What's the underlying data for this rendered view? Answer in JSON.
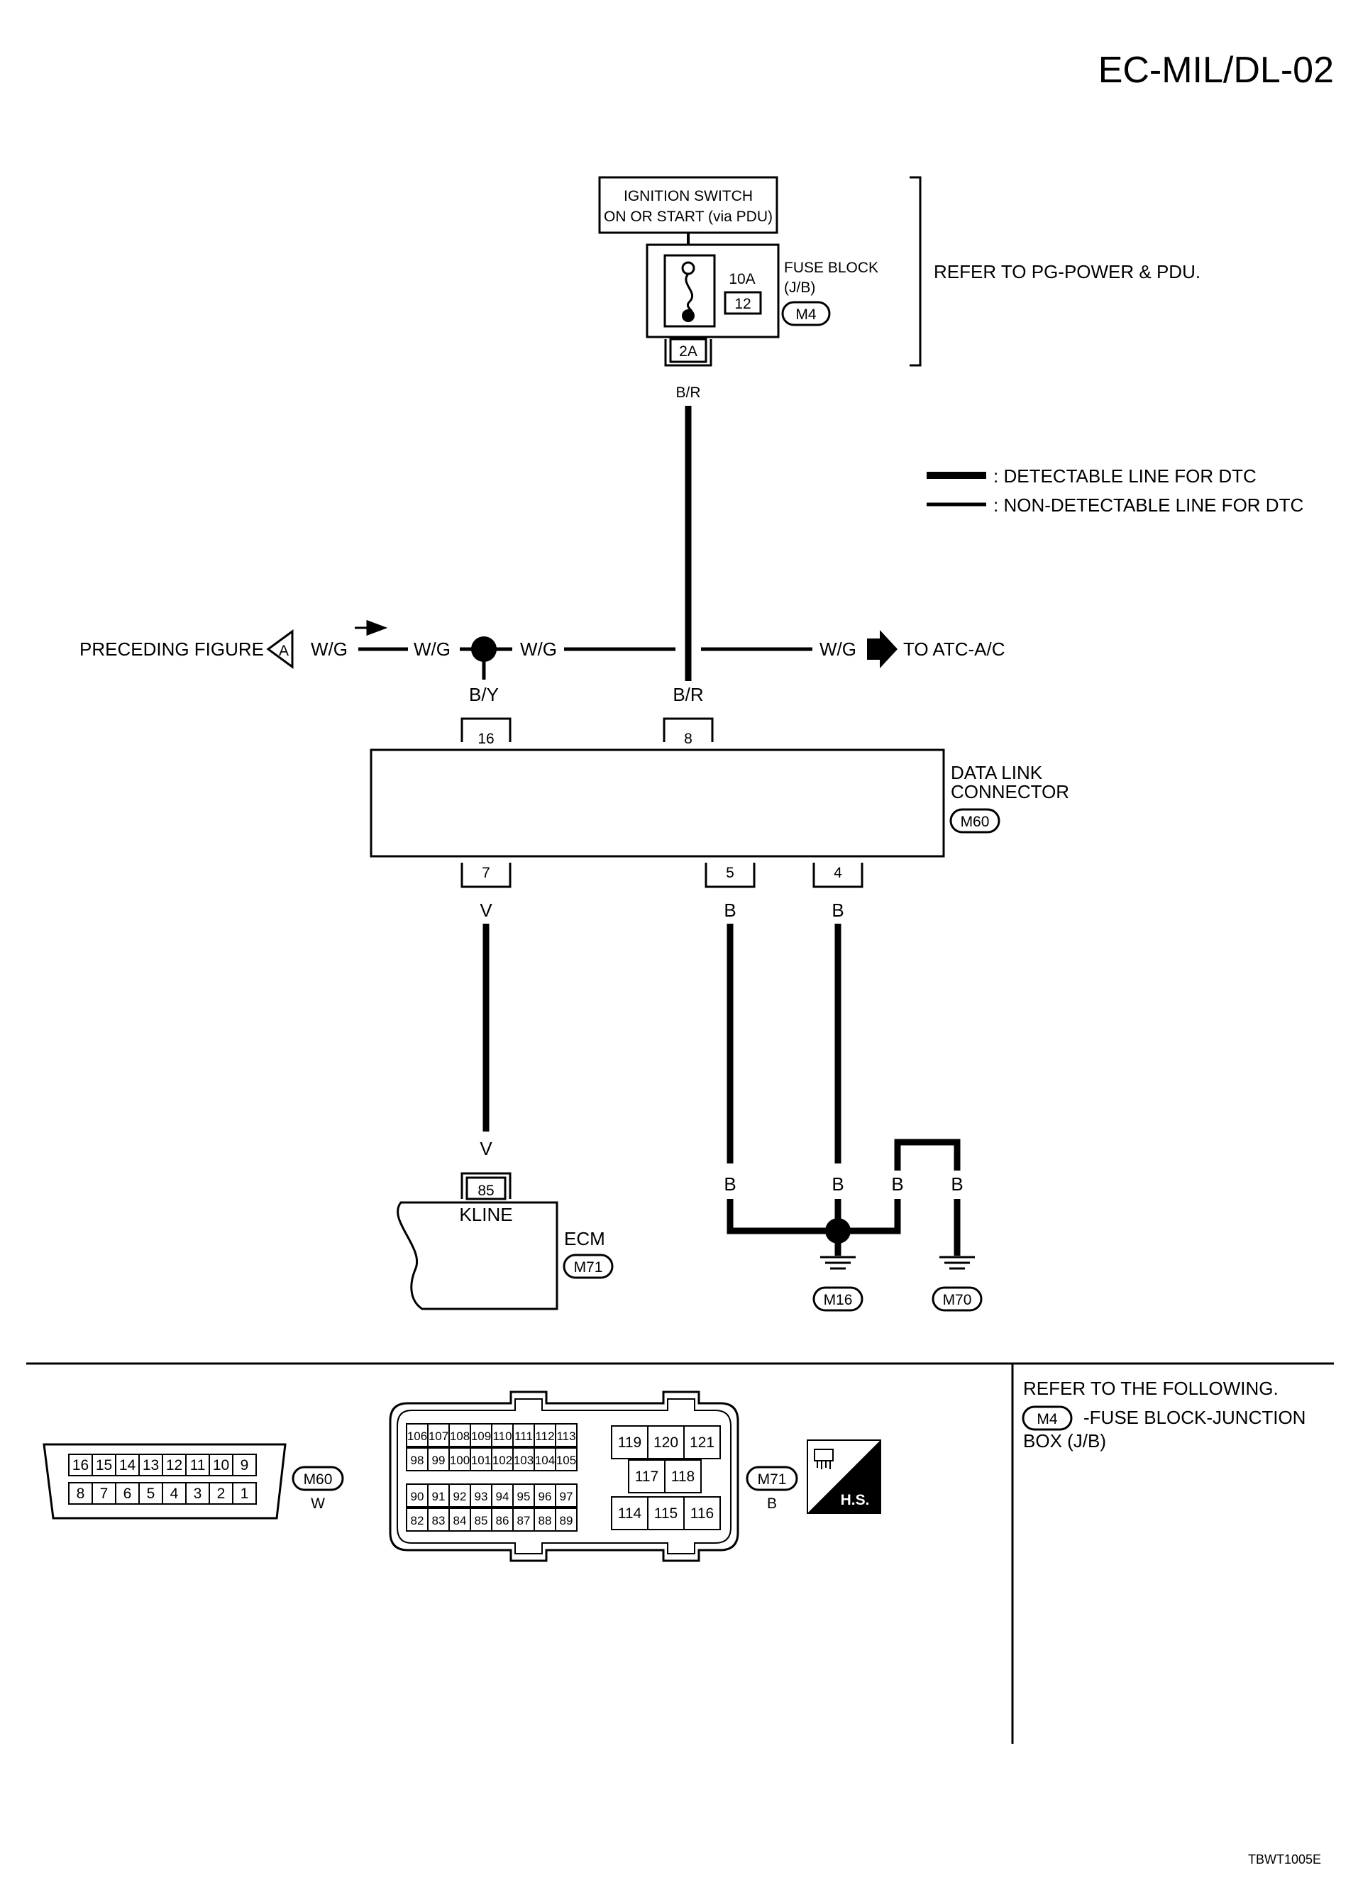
{
  "page_code": "EC-MIL/DL-02",
  "figure_code": "TBWT1005E",
  "ignition_switch": {
    "line1": "IGNITION SWITCH",
    "line2": "ON OR START (via PDU)"
  },
  "fuse_block": {
    "name_line1": "FUSE BLOCK",
    "name_line2": "(J/B)",
    "rating": "10A",
    "fuse_no": "12",
    "connector": "M4",
    "terminal": "2A",
    "wire_color": "B/R"
  },
  "power_reference": "REFER TO PG-POWER & PDU.",
  "legend": {
    "detectable": ": DETECTABLE LINE FOR DTC",
    "non_detectable": ": NON-DETECTABLE LINE FOR DTC"
  },
  "can_line": {
    "preceding_label": "PRECEDING FIGURE",
    "preceding_ref": "A",
    "wire_color": "W/G",
    "to_label": "TO ATC-A/C"
  },
  "data_link_connector": {
    "name_line1": "DATA LINK",
    "name_line2": "CONNECTOR",
    "connector": "M60",
    "top_pins": [
      {
        "pin": "16",
        "wire": "B/Y"
      },
      {
        "pin": "8",
        "wire": "B/R"
      }
    ],
    "bottom_pins": [
      {
        "pin": "7",
        "wire": "V"
      },
      {
        "pin": "5",
        "wire": "B"
      },
      {
        "pin": "4",
        "wire": "B"
      }
    ]
  },
  "ecm": {
    "name": "ECM",
    "connector": "M71",
    "terminal": "85",
    "terminal_label": "KLINE",
    "wire_color": "V"
  },
  "grounds": [
    {
      "connector": "M16",
      "wire": "B"
    },
    {
      "connector": "M70",
      "wire": "B"
    }
  ],
  "ground_splice_wires": [
    "B",
    "B",
    "B",
    "B"
  ],
  "connector_views": {
    "m60": {
      "connector": "M60",
      "color": "W",
      "row_top": [
        "16",
        "15",
        "14",
        "13",
        "12",
        "11",
        "10",
        "9"
      ],
      "row_bottom": [
        "8",
        "7",
        "6",
        "5",
        "4",
        "3",
        "2",
        "1"
      ]
    },
    "m71": {
      "connector": "M71",
      "color": "B",
      "left_rows": [
        [
          "106",
          "107",
          "108",
          "109",
          "110",
          "111",
          "112",
          "113"
        ],
        [
          "98",
          "99",
          "100",
          "101",
          "102",
          "103",
          "104",
          "105"
        ],
        [
          "90",
          "91",
          "92",
          "93",
          "94",
          "95",
          "96",
          "97"
        ],
        [
          "82",
          "83",
          "84",
          "85",
          "86",
          "87",
          "88",
          "89"
        ]
      ],
      "right_top": [
        "119",
        "120",
        "121"
      ],
      "right_mid": [
        "117",
        "118"
      ],
      "right_bottom": [
        "114",
        "115",
        "116"
      ]
    },
    "hs_label": "H.S."
  },
  "reference": {
    "title": "REFER TO THE FOLLOWING.",
    "connector": "M4",
    "line1": "-FUSE BLOCK-JUNCTION",
    "line2": "BOX (J/B)"
  }
}
